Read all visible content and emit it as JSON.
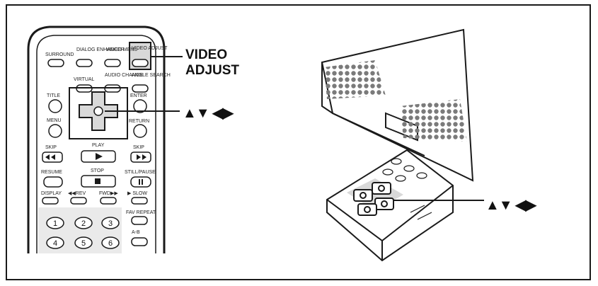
{
  "callouts": {
    "video_adjust_line1": "VIDEO",
    "video_adjust_line2": "ADJUST",
    "arrow_keys_remote": "▲▼ ◀▶",
    "arrow_keys_player": "▲▼ ◀▶"
  },
  "remote_labels": {
    "row1": [
      "SURROUND",
      "DIALOG ENHANCER",
      "VIDEO MENU",
      "VIDEO ADJUST"
    ],
    "row2": [
      "VIRTUAL",
      "AUDIO CHANGE",
      "ANGLE SEARCH"
    ],
    "title": "TITLE",
    "enter": "ENTER",
    "menu": "MENU",
    "return": "RETURN",
    "skip_left": "SKIP",
    "play": "PLAY",
    "skip_right": "SKIP",
    "resume": "RESUME",
    "stop": "STOP",
    "still_pause": "STILL/PAUSE",
    "display": "DISPLAY",
    "rev": "◀◀REV",
    "fwd": "FWD▶▶",
    "slow": "▶ SLOW",
    "fav_repeat": "FAV REPEAT",
    "ab": "A-B",
    "digits": [
      "1",
      "2",
      "3",
      "4",
      "5",
      "6"
    ]
  },
  "colors": {
    "ink": "#1a1a1a",
    "highlight": "#d9d9d9",
    "speaker_dots": "#7a7a7a"
  }
}
